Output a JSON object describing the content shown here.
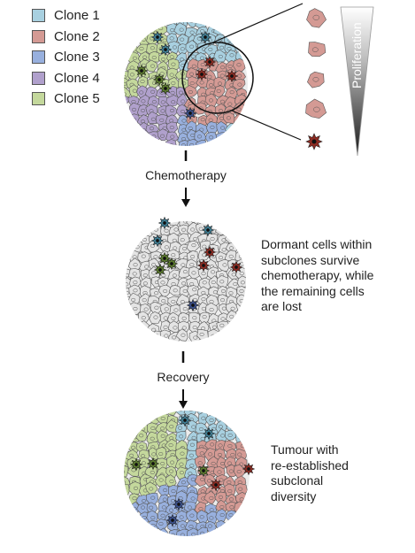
{
  "legend": [
    {
      "label": "Clone 1",
      "color": "#a8d0e0"
    },
    {
      "label": "Clone 2",
      "color": "#d49a94"
    },
    {
      "label": "Clone 3",
      "color": "#98b0de"
    },
    {
      "label": "Clone 4",
      "color": "#b0a0cc"
    },
    {
      "label": "Clone 5",
      "color": "#c4d89c"
    }
  ],
  "proliferation_label": "Proliferation",
  "steps": {
    "chemotherapy": "Chemotherapy",
    "recovery": "Recovery"
  },
  "annotations": {
    "dormant": [
      "Dormant cells within",
      "subclones survive",
      "chemotherapy, while",
      "the remaining cells",
      "are lost"
    ],
    "tumour": [
      "Tumour with",
      "re-established",
      "subclonal",
      "diversity"
    ]
  },
  "colors": {
    "dormant_dark": {
      "clone1": "#3f7d93",
      "clone2": "#8c2b22",
      "clone3": "#3a4f8a",
      "clone5": "#5b7a2e"
    },
    "lost_cell": "#e4e4e4",
    "outline": "#555555"
  }
}
